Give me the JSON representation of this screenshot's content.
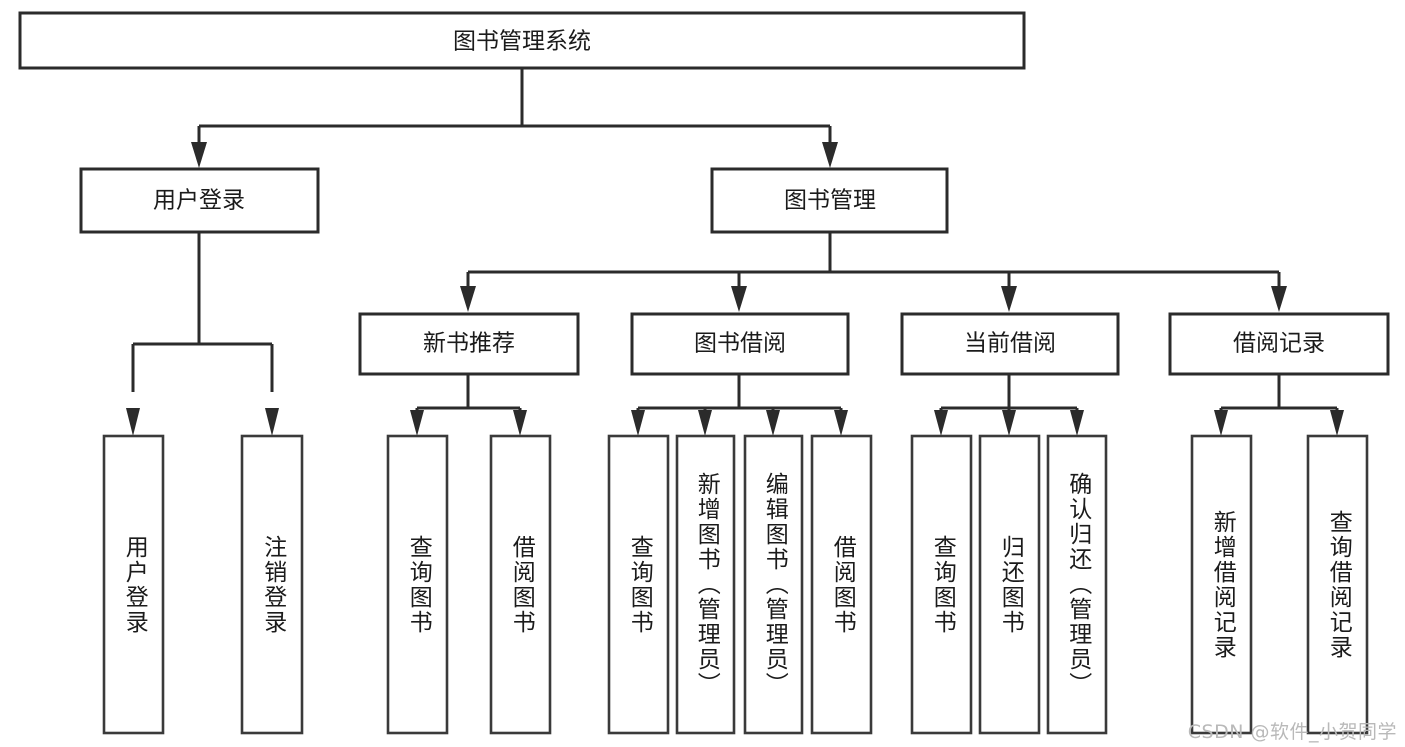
{
  "diagram": {
    "type": "tree-hierarchy",
    "title": "图书管理系统",
    "orientation": "top-down",
    "levels": 4,
    "root": {
      "id": "root",
      "label": "图书管理系统"
    },
    "level2": [
      {
        "id": "user-login",
        "label": "用户登录"
      },
      {
        "id": "book-manage",
        "label": "图书管理"
      }
    ],
    "level3": [
      {
        "id": "new-book-rec",
        "label": "新书推荐",
        "parent": "book-manage"
      },
      {
        "id": "book-borrow",
        "label": "图书借阅",
        "parent": "book-manage"
      },
      {
        "id": "current-borrow",
        "label": "当前借阅",
        "parent": "book-manage"
      },
      {
        "id": "borrow-record",
        "label": "借阅记录",
        "parent": "book-manage"
      }
    ],
    "leaves": {
      "user-login": [
        {
          "id": "leaf-user-login",
          "label": "用户登录"
        },
        {
          "id": "leaf-logout",
          "label": "注销登录"
        }
      ],
      "new-book-rec": [
        {
          "id": "leaf-query-book-1",
          "label": "查询图书"
        },
        {
          "id": "leaf-borrow-book-1",
          "label": "借阅图书"
        }
      ],
      "book-borrow": [
        {
          "id": "leaf-query-book-2",
          "label": "查询图书"
        },
        {
          "id": "leaf-add-book",
          "label": "新增图书（管理员）"
        },
        {
          "id": "leaf-edit-book",
          "label": "编辑图书（管理员）"
        },
        {
          "id": "leaf-borrow-book-2",
          "label": "借阅图书"
        }
      ],
      "current-borrow": [
        {
          "id": "leaf-query-book-3",
          "label": "查询图书"
        },
        {
          "id": "leaf-return-book",
          "label": "归还图书"
        },
        {
          "id": "leaf-confirm-return",
          "label": "确认归还（管理员）"
        }
      ],
      "borrow-record": [
        {
          "id": "leaf-add-record",
          "label": "新增借阅记录"
        },
        {
          "id": "leaf-query-record",
          "label": "查询借阅记录"
        }
      ]
    }
  },
  "watermark": {
    "text": "CSDN @软件_小贺同学"
  },
  "colors": {
    "background": "#ffffff",
    "box_fill": "#ffffff",
    "box_stroke": "#2b2b2b",
    "text": "#1b1b1b",
    "watermark": "#b9b9b9"
  }
}
